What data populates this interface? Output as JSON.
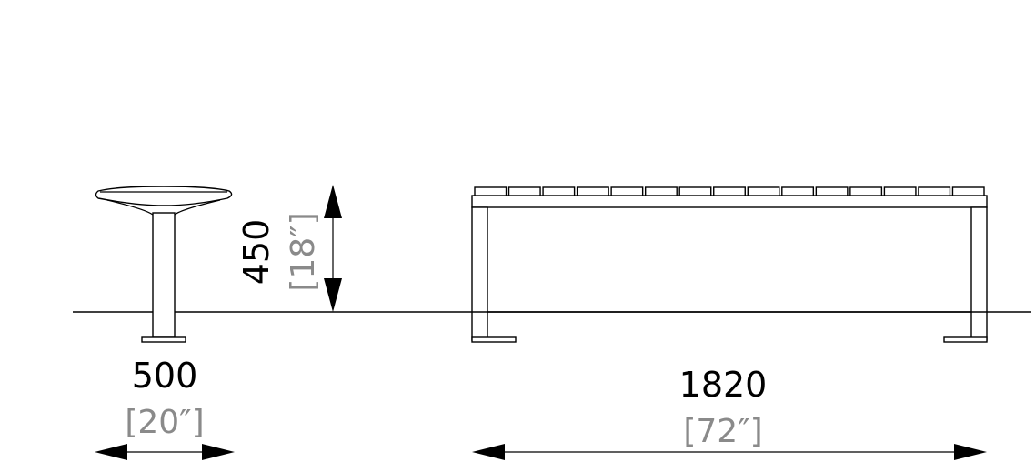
{
  "dimensions": {
    "depth": {
      "mm": "500",
      "inch": "[20″]"
    },
    "height": {
      "mm": "450",
      "inch": "[18″]"
    },
    "length": {
      "mm": "1820",
      "inch": "[72″]"
    }
  },
  "bench": {
    "slat_count": 15
  },
  "colors": {
    "line": "#000000",
    "secondary_text": "#8a8a8a",
    "background": "#ffffff"
  }
}
